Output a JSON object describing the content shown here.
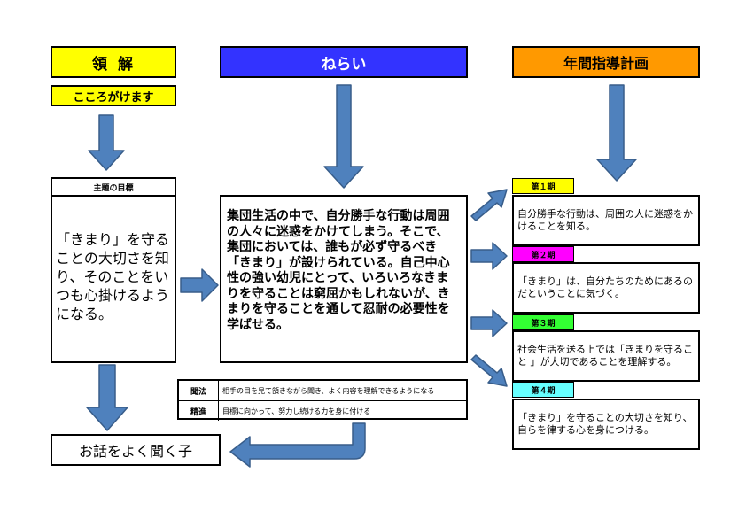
{
  "headers": {
    "ryoukai": "領解",
    "kokoro": "こころがけます",
    "nerai": "ねらい",
    "nenkan": "年間指導計画"
  },
  "goal": {
    "title": "主題の目標",
    "text": "「きまり」を守ることの大切さを知り、そのことをいつも心掛けるようになる。"
  },
  "nerai_text": "集団生活の中で、自分勝手な行動は周囲の人々に迷惑をかけてしまう。そこで、集団においては、誰もが必ず守るべき「きまり」が設けられている。自己中心性の強い幼児にとって、いろいろなきまりを守ることは窮屈かもしれないが、きまりを守ることを通して忍耐の必要性を学ばせる。",
  "policy": [
    {
      "label": "聞法",
      "text": "相手の目を見て頷きながら聞き、よく内容を理解できるようになる"
    },
    {
      "label": "精進",
      "text": "目標に向かって、努力し続ける力を身に付ける"
    }
  ],
  "child_label": "お話をよく聞く子",
  "terms": [
    {
      "label": "第１期",
      "color": "#ffff00",
      "text": "自分勝手な行動は、周囲の人に迷惑をかけることを知る。"
    },
    {
      "label": "第２期",
      "color": "#ff00ff",
      "text": "「きまり」は、自分たちのためにあるのだということに気づく。"
    },
    {
      "label": "第３期",
      "color": "#33ff33",
      "text": "社会生活を送る上では「きまりを守ること 」が大切であることを理解する。"
    },
    {
      "label": "第４期",
      "color": "#66ffff",
      "text": "「きまり」を守ることの大切さを知り、自らを律する心を身につける。"
    }
  ],
  "arrow_color": "#4f81bd"
}
